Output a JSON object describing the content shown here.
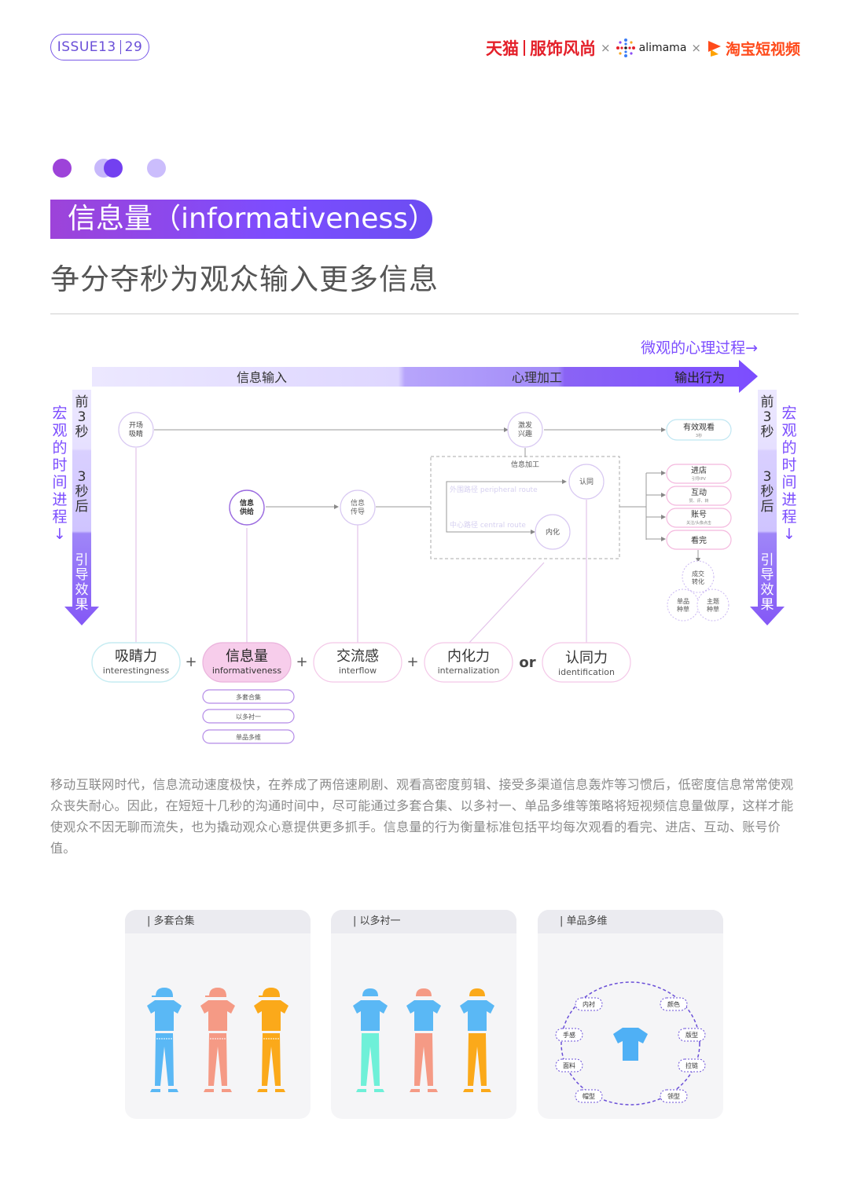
{
  "header": {
    "issue": "ISSUE13",
    "page": "29",
    "brand_tmall": "天猫",
    "brand_fashion": "服饰风尚",
    "times": "×",
    "brand_alimama": "alimama",
    "brand_taobao": "淘宝短视频"
  },
  "section": {
    "title": "信息量（informativeness）",
    "subtitle": "争分夺秒为观众输入更多信息"
  },
  "diagram": {
    "micro_label": "微观的心理过程→",
    "stage_input": "信息输入",
    "stage_process": "心理加工",
    "stage_output": "输出行为",
    "macro_left": "宏观的时间进程↓",
    "macro_right": "宏观的时间进程↓",
    "time_before": "前3秒",
    "time_after": "3秒后",
    "time_guide": "引导效果",
    "node_opening": "开场吸睛",
    "node_supply": "信息供给",
    "node_transmit": "信息传导",
    "node_stimulate": "激发兴趣",
    "node_processing": "信息加工",
    "node_identify": "认同",
    "node_internalize": "内化",
    "route_peripheral": "外围路径 peripheral route",
    "route_central": "中心路径 central route",
    "out_effective": "有效观看",
    "out_effective_sub": "3秒",
    "out_enter": "进店",
    "out_enter_sub": "引导IPV",
    "out_interact": "互动",
    "out_interact_sub": "赞、评、转",
    "out_account": "账号",
    "out_account_sub": "关注/头像点击",
    "out_finish": "看完",
    "out_convert": "成交转化",
    "out_single": "单品种草",
    "out_theme": "主题种草",
    "pill_attract": "吸睛力",
    "pill_attract_en": "interestingness",
    "pill_info": "信息量",
    "pill_info_en": "informativeness",
    "pill_flow": "交流感",
    "pill_flow_en": "interflow",
    "pill_intern": "内化力",
    "pill_intern_en": "internalization",
    "pill_ident": "认同力",
    "pill_ident_en": "identification",
    "plus": "+",
    "or": "or",
    "strat_1": "多套合集",
    "strat_2": "以多衬一",
    "strat_3": "单品多维"
  },
  "paragraph": "移动互联网时代，信息流动速度极快，在养成了两倍速刷剧、观看高密度剪辑、接受多渠道信息轰炸等习惯后，低密度信息常常使观众丧失耐心。因此，在短短十几秒的沟通时间中，尽可能通过多套合集、以多衬一、单品多维等策略将短视频信息量做厚，这样才能使观众不因无聊而流失，也为撬动观众心意提供更多抓手。信息量的行为衡量标准包括平均每次观看的看完、进店、互动、账号价值。",
  "cards": [
    {
      "title": "| 多套合集"
    },
    {
      "title": "| 以多衬一"
    },
    {
      "title": "| 单品多维",
      "labels": [
        "内衬",
        "颜色",
        "手感",
        "版型",
        "面料",
        "拉链",
        "帽型",
        "领型"
      ]
    }
  ],
  "colors": {
    "accent": "#7c4dff",
    "purple": "#9d43d9",
    "pink": "#e8a3d8",
    "blue": "#5ab8f5",
    "salmon": "#f59a85",
    "orange": "#fba91a",
    "mint": "#6ef0d8"
  }
}
